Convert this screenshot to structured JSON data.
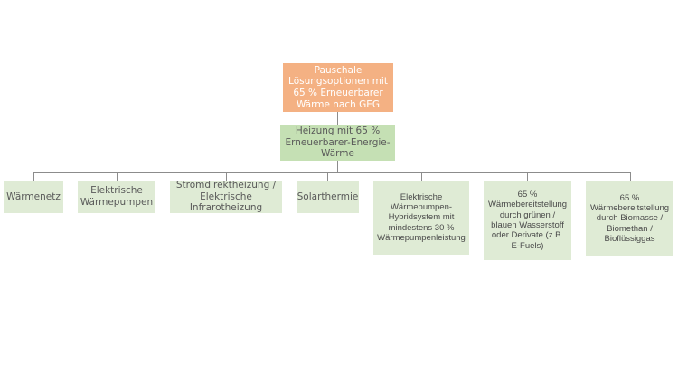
{
  "root": {
    "label": "Pauschale Lösungsoptionen mit 65 % Erneuerbarer Wärme nach GEG"
  },
  "level1": {
    "label": "Heizung mit 65 % Erneuerbarer-Energie-Wärme"
  },
  "options": [
    {
      "label": "Wärmenetz"
    },
    {
      "label": "Elektrische Wärmepumpen"
    },
    {
      "label": "Stromdirektheizung / Elektrische Infrarotheizung"
    },
    {
      "label": "Solarthermie"
    },
    {
      "label": "Elektrische Wärmepumpen-Hybridsystem mit mindestens 30 % Wärmepumpenleistung"
    },
    {
      "label": "65 % Wärmebereitstellung durch grünen / blauen Wasserstoff oder Derivate (z.B. E-Fuels)"
    },
    {
      "label": "65 % Wärmebereitstellung durch Biomasse / Biomethan / Bioflüssiggas"
    }
  ],
  "colors": {
    "root": "#f4b183",
    "level1": "#c5e0b4",
    "leaf": "#dfebd5",
    "line": "#8c8c8c"
  }
}
